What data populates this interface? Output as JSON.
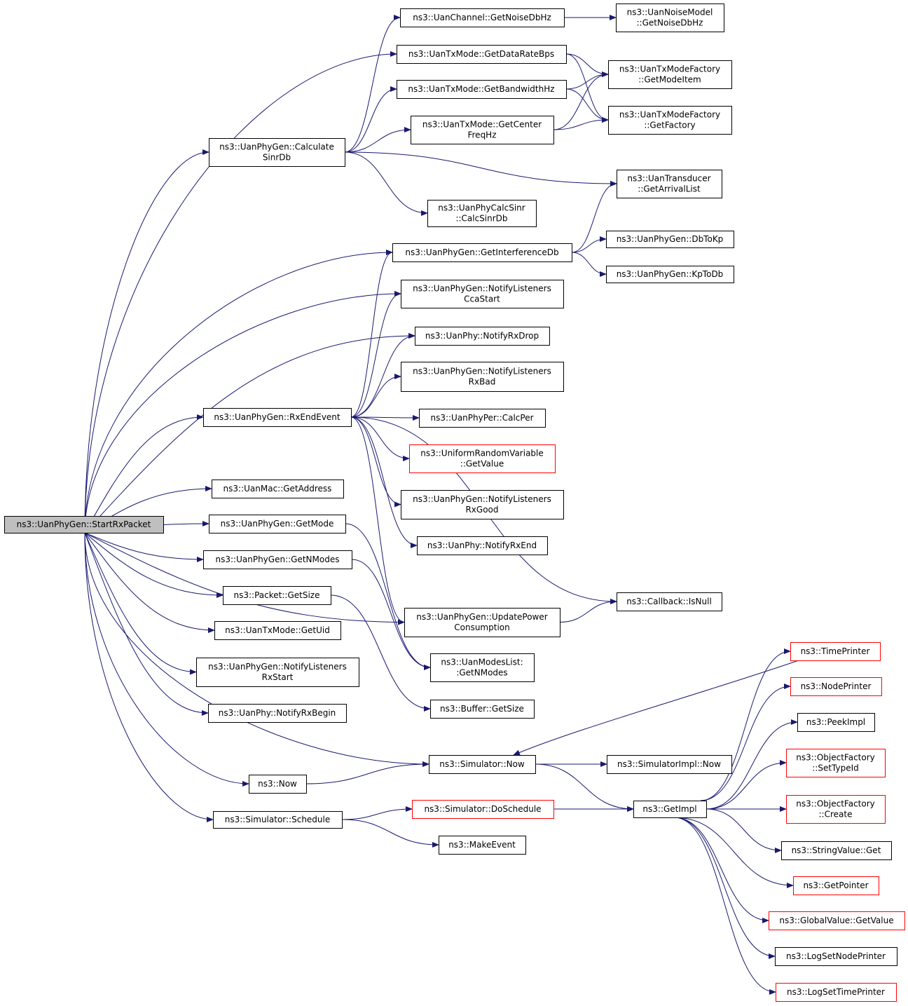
{
  "graph": {
    "root": "StartRxPacket",
    "nodes": [
      {
        "id": "StartRxPacket",
        "lines": [
          "ns3::UanPhyGen::StartRxPacket"
        ],
        "style": "root",
        "interactable": false
      },
      {
        "id": "CalculateSinrDb",
        "lines": [
          "ns3::UanPhyGen::Calculate",
          "SinrDb"
        ]
      },
      {
        "id": "GetNoiseDbHz",
        "lines": [
          "ns3::UanChannel::GetNoiseDbHz"
        ]
      },
      {
        "id": "NoiseModelGetNoiseDbHz",
        "lines": [
          "ns3::UanNoiseModel",
          "::GetNoiseDbHz"
        ]
      },
      {
        "id": "GetDataRateBps",
        "lines": [
          "ns3::UanTxMode::GetDataRateBps"
        ]
      },
      {
        "id": "GetModeItem",
        "lines": [
          "ns3::UanTxModeFactory",
          "::GetModeItem"
        ]
      },
      {
        "id": "GetBandwidthHz",
        "lines": [
          "ns3::UanTxMode::GetBandwidthHz"
        ]
      },
      {
        "id": "GetFactory",
        "lines": [
          "ns3::UanTxModeFactory",
          "::GetFactory"
        ]
      },
      {
        "id": "GetCenterFreqHz",
        "lines": [
          "ns3::UanTxMode::GetCenter",
          "FreqHz"
        ]
      },
      {
        "id": "GetArrivalList",
        "lines": [
          "ns3::UanTransducer",
          "::GetArrivalList"
        ]
      },
      {
        "id": "CalcSinrDb",
        "lines": [
          "ns3::UanPhyCalcSinr",
          "::CalcSinrDb"
        ]
      },
      {
        "id": "GetInterferenceDb",
        "lines": [
          "ns3::UanPhyGen::GetInterferenceDb"
        ]
      },
      {
        "id": "DbToKp",
        "lines": [
          "ns3::UanPhyGen::DbToKp"
        ]
      },
      {
        "id": "KpToDb",
        "lines": [
          "ns3::UanPhyGen::KpToDb"
        ]
      },
      {
        "id": "NotifyListenersCcaStart",
        "lines": [
          "ns3::UanPhyGen::NotifyListeners",
          "CcaStart"
        ]
      },
      {
        "id": "NotifyRxDrop",
        "lines": [
          "ns3::UanPhy::NotifyRxDrop"
        ]
      },
      {
        "id": "NotifyListenersRxBad",
        "lines": [
          "ns3::UanPhyGen::NotifyListeners",
          "RxBad"
        ]
      },
      {
        "id": "RxEndEvent",
        "lines": [
          "ns3::UanPhyGen::RxEndEvent"
        ]
      },
      {
        "id": "CalcPer",
        "lines": [
          "ns3::UanPhyPer::CalcPer"
        ]
      },
      {
        "id": "UniformGetValue",
        "lines": [
          "ns3::UniformRandomVariable",
          "::GetValue"
        ],
        "style": "red"
      },
      {
        "id": "NotifyListenersRxGood",
        "lines": [
          "ns3::UanPhyGen::NotifyListeners",
          "RxGood"
        ]
      },
      {
        "id": "NotifyRxEnd",
        "lines": [
          "ns3::UanPhy::NotifyRxEnd"
        ]
      },
      {
        "id": "IsNull",
        "lines": [
          "ns3::Callback::IsNull"
        ]
      },
      {
        "id": "UpdatePowerConsumption",
        "lines": [
          "ns3::UanPhyGen::UpdatePower",
          "Consumption"
        ]
      },
      {
        "id": "GetAddress",
        "lines": [
          "ns3::UanMac::GetAddress"
        ]
      },
      {
        "id": "GetMode",
        "lines": [
          "ns3::UanPhyGen::GetMode"
        ]
      },
      {
        "id": "GetNModes",
        "lines": [
          "ns3::UanPhyGen::GetNModes"
        ]
      },
      {
        "id": "PacketGetSize",
        "lines": [
          "ns3::Packet::GetSize"
        ]
      },
      {
        "id": "GetUid",
        "lines": [
          "ns3::UanTxMode::GetUid"
        ]
      },
      {
        "id": "NotifyListenersRxStart",
        "lines": [
          "ns3::UanPhyGen::NotifyListeners",
          "RxStart"
        ]
      },
      {
        "id": "NotifyRxBegin",
        "lines": [
          "ns3::UanPhy::NotifyRxBegin"
        ]
      },
      {
        "id": "ModesListGetNModes",
        "lines": [
          "ns3::UanModesList:",
          ":GetNModes"
        ]
      },
      {
        "id": "BufferGetSize",
        "lines": [
          "ns3::Buffer::GetSize"
        ]
      },
      {
        "id": "SimulatorNow",
        "lines": [
          "ns3::Simulator::Now"
        ]
      },
      {
        "id": "SimulatorImplNow",
        "lines": [
          "ns3::SimulatorImpl::Now"
        ]
      },
      {
        "id": "Now",
        "lines": [
          "ns3::Now"
        ]
      },
      {
        "id": "Schedule",
        "lines": [
          "ns3::Simulator::Schedule"
        ]
      },
      {
        "id": "DoSchedule",
        "lines": [
          "ns3::Simulator::DoSchedule"
        ],
        "style": "red"
      },
      {
        "id": "MakeEvent",
        "lines": [
          "ns3::MakeEvent"
        ]
      },
      {
        "id": "GetImpl",
        "lines": [
          "ns3::GetImpl"
        ]
      },
      {
        "id": "TimePrinter",
        "lines": [
          "ns3::TimePrinter"
        ],
        "style": "red"
      },
      {
        "id": "NodePrinter",
        "lines": [
          "ns3::NodePrinter"
        ],
        "style": "red"
      },
      {
        "id": "PeekImpl",
        "lines": [
          "ns3::PeekImpl"
        ]
      },
      {
        "id": "SetTypeId",
        "lines": [
          "ns3::ObjectFactory",
          "::SetTypeId"
        ],
        "style": "red"
      },
      {
        "id": "FactoryCreate",
        "lines": [
          "ns3::ObjectFactory",
          "::Create"
        ],
        "style": "red"
      },
      {
        "id": "StringValueGet",
        "lines": [
          "ns3::StringValue::Get"
        ]
      },
      {
        "id": "GetPointer",
        "lines": [
          "ns3::GetPointer"
        ],
        "style": "red"
      },
      {
        "id": "GlobalValueGetValue",
        "lines": [
          "ns3::GlobalValue::GetValue"
        ],
        "style": "red"
      },
      {
        "id": "LogSetNodePrinter",
        "lines": [
          "ns3::LogSetNodePrinter"
        ]
      },
      {
        "id": "LogSetTimePrinter",
        "lines": [
          "ns3::LogSetTimePrinter"
        ],
        "style": "red"
      }
    ],
    "edges": [
      [
        "StartRxPacket",
        "CalculateSinrDb"
      ],
      [
        "StartRxPacket",
        "GetDataRateBps"
      ],
      [
        "StartRxPacket",
        "GetInterferenceDb"
      ],
      [
        "StartRxPacket",
        "NotifyListenersCcaStart"
      ],
      [
        "StartRxPacket",
        "NotifyRxDrop"
      ],
      [
        "StartRxPacket",
        "RxEndEvent"
      ],
      [
        "StartRxPacket",
        "UpdatePowerConsumption"
      ],
      [
        "StartRxPacket",
        "GetAddress"
      ],
      [
        "StartRxPacket",
        "GetMode"
      ],
      [
        "StartRxPacket",
        "GetNModes"
      ],
      [
        "StartRxPacket",
        "PacketGetSize"
      ],
      [
        "StartRxPacket",
        "GetUid"
      ],
      [
        "StartRxPacket",
        "NotifyListenersRxStart"
      ],
      [
        "StartRxPacket",
        "NotifyRxBegin"
      ],
      [
        "StartRxPacket",
        "SimulatorNow"
      ],
      [
        "StartRxPacket",
        "Now"
      ],
      [
        "StartRxPacket",
        "Schedule"
      ],
      [
        "CalculateSinrDb",
        "GetNoiseDbHz"
      ],
      [
        "CalculateSinrDb",
        "GetBandwidthHz"
      ],
      [
        "CalculateSinrDb",
        "GetCenterFreqHz"
      ],
      [
        "CalculateSinrDb",
        "GetArrivalList"
      ],
      [
        "CalculateSinrDb",
        "CalcSinrDb"
      ],
      [
        "GetNoiseDbHz",
        "NoiseModelGetNoiseDbHz"
      ],
      [
        "GetDataRateBps",
        "GetModeItem"
      ],
      [
        "GetDataRateBps",
        "GetFactory"
      ],
      [
        "GetBandwidthHz",
        "GetModeItem"
      ],
      [
        "GetBandwidthHz",
        "GetFactory"
      ],
      [
        "GetCenterFreqHz",
        "GetModeItem"
      ],
      [
        "GetCenterFreqHz",
        "GetFactory"
      ],
      [
        "GetInterferenceDb",
        "GetArrivalList"
      ],
      [
        "GetInterferenceDb",
        "DbToKp"
      ],
      [
        "GetInterferenceDb",
        "KpToDb"
      ],
      [
        "RxEndEvent",
        "GetInterferenceDb"
      ],
      [
        "RxEndEvent",
        "NotifyListenersCcaStart"
      ],
      [
        "RxEndEvent",
        "NotifyRxDrop"
      ],
      [
        "RxEndEvent",
        "NotifyListenersRxBad"
      ],
      [
        "RxEndEvent",
        "CalcPer"
      ],
      [
        "RxEndEvent",
        "UniformGetValue"
      ],
      [
        "RxEndEvent",
        "NotifyListenersRxGood"
      ],
      [
        "RxEndEvent",
        "NotifyRxEnd"
      ],
      [
        "RxEndEvent",
        "IsNull"
      ],
      [
        "RxEndEvent",
        "UpdatePowerConsumption"
      ],
      [
        "UpdatePowerConsumption",
        "IsNull"
      ],
      [
        "GetMode",
        "ModesListGetNModes"
      ],
      [
        "GetNModes",
        "ModesListGetNModes"
      ],
      [
        "PacketGetSize",
        "BufferGetSize"
      ],
      [
        "SimulatorNow",
        "SimulatorImplNow"
      ],
      [
        "SimulatorNow",
        "GetImpl"
      ],
      [
        "Now",
        "SimulatorNow"
      ],
      [
        "Schedule",
        "DoSchedule"
      ],
      [
        "Schedule",
        "MakeEvent"
      ],
      [
        "DoSchedule",
        "GetImpl"
      ],
      [
        "GetImpl",
        "TimePrinter"
      ],
      [
        "GetImpl",
        "NodePrinter"
      ],
      [
        "GetImpl",
        "PeekImpl"
      ],
      [
        "GetImpl",
        "SetTypeId"
      ],
      [
        "GetImpl",
        "FactoryCreate"
      ],
      [
        "GetImpl",
        "StringValueGet"
      ],
      [
        "GetImpl",
        "GetPointer"
      ],
      [
        "GetImpl",
        "GlobalValueGetValue"
      ],
      [
        "GetImpl",
        "LogSetNodePrinter"
      ],
      [
        "GetImpl",
        "LogSetTimePrinter"
      ],
      [
        "TimePrinter",
        "SimulatorNow"
      ]
    ]
  }
}
